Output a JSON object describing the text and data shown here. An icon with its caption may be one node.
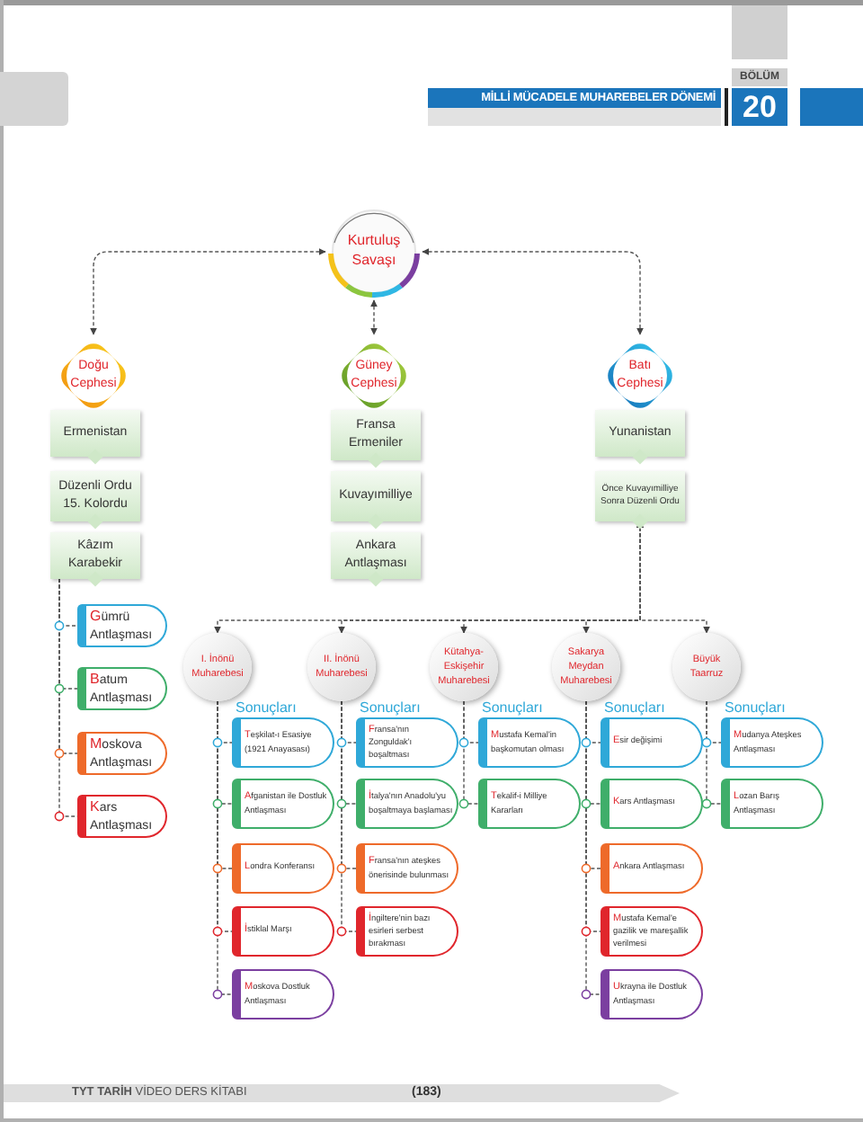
{
  "diagram": {
    "nodes": [
      {
        "text": [
          "Kurtuluş Savaşı"
        ]
      },
      {
        "text": [
          "Doğu Cephesi"
        ]
      },
      {
        "text": [
          "Güney Cephesi"
        ]
      },
      {
        "text": [
          "Batı Cephesi"
        ]
      },
      {
        "text": [
          "Ermenistan"
        ]
      },
      {
        "text": [
          "Düzenli Ordu 15. Kolordu"
        ]
      },
      {
        "text": [
          "Kâzım Karabekir"
        ]
      },
      {
        "text": [
          "Fransa Ermeniler"
        ]
      },
      {
        "text": [
          "Kuvayımilliye"
        ]
      },
      {
        "text": [
          "Ankara Antlaşması"
        ]
      },
      {
        "text": [
          "Yunanistan"
        ]
      },
      {
        "text": [
          "Önce Kuvayımilliye Sonra Düzenli Ordu"
        ]
      },
      {
        "text": [
          "Gümrü Antlaşması"
        ]
      },
      {
        "text": [
          "Batum Antlaşması"
        ]
      },
      {
        "text": [
          "Moskova Antlaşması"
        ]
      },
      {
        "text": [
          "Kars Antlaşması"
        ]
      },
      {
        "text": [
          "I. İnönü Muharebesi"
        ],
        "beside": [
          "Sonuçları"
        ]
      },
      {
        "text": [
          "II. İnönü Muharebesi"
        ],
        "beside": [
          "Sonuçları"
        ]
      },
      {
        "text": [
          "Kütahya-Eskişehir Muharebesi"
        ],
        "beside": [
          "Sonuçları"
        ]
      },
      {
        "text": [
          "Sakarya Meydan Muharebesi"
        ],
        "beside": [
          "Sonuçları"
        ]
      },
      {
        "text": [
          "Büyük Taarruz"
        ],
        "beside": [
          "Sonuçları"
        ]
      },
      {
        "text": [
          "Teşkilat-ı Esasiye (1921 Anayasası)"
        ]
      },
      {
        "text": [
          "Afganistan ile Dostluk Antlaşması"
        ]
      },
      {
        "text": [
          "Londra Konferansı"
        ]
      },
      {
        "text": [
          "İstiklal Marşı"
        ]
      },
      {
        "text": [
          "Moskova Dostluk Antlaşması"
        ]
      },
      {
        "text": [
          "Fransa'nın Zonguldak'ı boşaltması"
        ]
      },
      {
        "text": [
          "İtalya'nın Anadolu'yu boşaltmaya başlaması"
        ]
      },
      {
        "text": [
          "Fransa'nın ateşkes önerisinde bulunması"
        ]
      },
      {
        "text": [
          "İngiltere'nin bazı esirleri serbest bırakması"
        ]
      },
      {
        "text": [
          "Mustafa Kemal'in başkomutan olması"
        ]
      },
      {
        "text": [
          "Tekalif-i Milliye Kararları"
        ]
      },
      {
        "text": [
          "Esir değişimi"
        ]
      },
      {
        "text": [
          "Kars Antlaşması"
        ]
      },
      {
        "text": [
          "Ankara Antlaşması"
        ]
      },
      {
        "text": [
          "Mustafa Kemal'e gazilik ve mareşallik verilmesi"
        ]
      },
      {
        "text": [
          "Ukrayna ile Dostluk Antlaşması"
        ]
      },
      {
        "text": [
          "Mudanya Ateşkes Antlaşması"
        ]
      },
      {
        "text": [
          "Lozan Barış Antlaşması"
        ]
      }
    ],
    "edges": [
      {
        "from": 0,
        "to": 1,
        "arrow": "both",
        "style": "dashed"
      },
      {
        "from": 0,
        "to": 2,
        "arrow": "both",
        "style": "dashed"
      },
      {
        "from": 0,
        "to": 3,
        "arrow": "both",
        "style": "dashed"
      },
      {
        "from": 6,
        "to": 12,
        "arrow": "none",
        "style": "dashed"
      },
      {
        "from": 6,
        "to": 13,
        "arrow": "none",
        "style": "dashed"
      },
      {
        "from": 6,
        "to": 14,
        "arrow": "none",
        "style": "dashed"
      },
      {
        "from": 6,
        "to": 15,
        "arrow": "none",
        "style": "dashed"
      },
      {
        "from": 11,
        "to": 16,
        "arrow": "both",
        "style": "dashed"
      },
      {
        "from": 11,
        "to": 17,
        "arrow": "both",
        "style": "dashed"
      },
      {
        "from": 11,
        "to": 18,
        "arrow": "both",
        "style": "dashed"
      },
      {
        "from": 11,
        "to": 19,
        "arrow": "both",
        "style": "dashed"
      },
      {
        "from": 11,
        "to": 20,
        "arrow": "both",
        "style": "dashed"
      },
      {
        "from": 16,
        "to": 21,
        "arrow": "none",
        "style": "dashed"
      },
      {
        "from": 16,
        "to": 22,
        "arrow": "none",
        "style": "dashed"
      },
      {
        "from": 16,
        "to": 23,
        "arrow": "none",
        "style": "dashed"
      },
      {
        "from": 16,
        "to": 24,
        "arrow": "none",
        "style": "dashed"
      },
      {
        "from": 16,
        "to": 25,
        "arrow": "none",
        "style": "dashed"
      },
      {
        "from": 17,
        "to": 26,
        "arrow": "none",
        "style": "dashed"
      },
      {
        "from": 17,
        "to": 27,
        "arrow": "none",
        "style": "dashed"
      },
      {
        "from": 17,
        "to": 28,
        "arrow": "none",
        "style": "dashed"
      },
      {
        "from": 17,
        "to": 29,
        "arrow": "none",
        "style": "dashed"
      },
      {
        "from": 18,
        "to": 30,
        "arrow": "none",
        "style": "dashed"
      },
      {
        "from": 18,
        "to": 31,
        "arrow": "none",
        "style": "dashed"
      },
      {
        "from": 19,
        "to": 32,
        "arrow": "none",
        "style": "dashed"
      },
      {
        "from": 19,
        "to": 33,
        "arrow": "none",
        "style": "dashed"
      },
      {
        "from": 19,
        "to": 34,
        "arrow": "none",
        "style": "dashed"
      },
      {
        "from": 19,
        "to": 35,
        "arrow": "none",
        "style": "dashed"
      },
      {
        "from": 19,
        "to": 36,
        "arrow": "none",
        "style": "dashed"
      },
      {
        "from": 20,
        "to": 37,
        "arrow": "none",
        "style": "dashed"
      },
      {
        "from": 20,
        "to": 38,
        "arrow": "none",
        "style": "dashed"
      }
    ],
    "labels": [
      "MİLLİ MÜCADELE MUHAREBELER DÖNEMİ",
      "BÖLÜM",
      "20",
      "**TYT TARİH** VİDEO DERS KİTABI",
      "(183)"
    ]
  }
}
